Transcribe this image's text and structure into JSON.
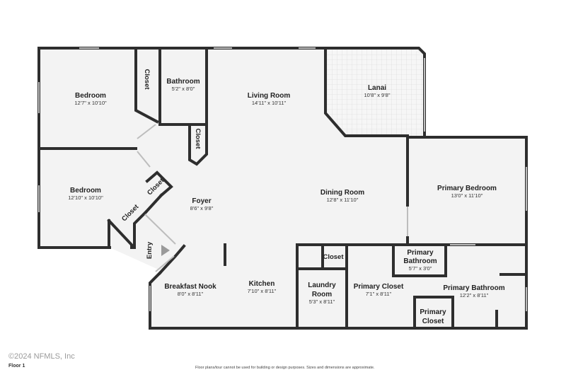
{
  "rooms": {
    "bedroom1": {
      "name": "Bedroom",
      "dims": "12'7\" x 10'10\""
    },
    "bathroom": {
      "name": "Bathroom",
      "dims": "5'2\" x 8'0\""
    },
    "living_room": {
      "name": "Living Room",
      "dims": "14'11\" x 10'11\""
    },
    "lanai": {
      "name": "Lanai",
      "dims": "10'8\" x 9'8\""
    },
    "bedroom2": {
      "name": "Bedroom",
      "dims": "12'10\" x 10'10\""
    },
    "foyer": {
      "name": "Foyer",
      "dims": "8'6\" x 9'8\""
    },
    "dining_room": {
      "name": "Dining Room",
      "dims": "12'8\" x 11'10\""
    },
    "primary_bedroom": {
      "name": "Primary Bedroom",
      "dims": "13'0\" x 11'10\""
    },
    "primary_bathroom_small": {
      "name_line1": "Primary",
      "name_line2": "Bathroom",
      "dims": "5'7\" x 3'0\""
    },
    "breakfast_nook": {
      "name": "Breakfast Nook",
      "dims": "8'0\" x 8'11\""
    },
    "kitchen": {
      "name": "Kitchen",
      "dims": "7'10\" x 8'11\""
    },
    "laundry_room": {
      "name_line1": "Laundry",
      "name_line2": "Room",
      "dims": "5'3\" x 8'11\""
    },
    "primary_closet": {
      "name": "Primary Closet",
      "dims": "7'1\" x 8'11\""
    },
    "primary_bathroom": {
      "name": "Primary Bathroom",
      "dims": "12'2\" x 8'11\""
    },
    "primary_closet_small": {
      "name_line1": "Primary",
      "name_line2": "Closet"
    }
  },
  "closets": {
    "closet_top": "Closet",
    "closet_bath": "Closet",
    "closet_bedroom_a": "Closet",
    "closet_bedroom_b": "Closet",
    "closet_laundry": "Closet"
  },
  "entry_label": "Entry",
  "footer": {
    "watermark": "©2024 NFMLS, Inc",
    "floor": "Floor 1",
    "disclaimer": "Floor plans/tour cannot be used for building or design purposes. Sizes and dimensions are approximate."
  }
}
